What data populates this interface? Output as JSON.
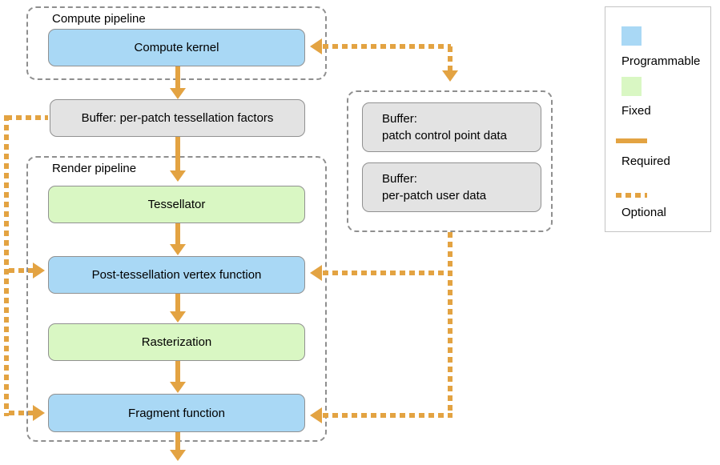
{
  "colors": {
    "programmable": "#a9d8f5",
    "fixed": "#d9f7c3",
    "buffer": "#e3e3e3",
    "arrow": "#e3a342"
  },
  "compute_pipeline": {
    "title": "Compute pipeline",
    "compute_kernel": "Compute kernel"
  },
  "tess_factors_buffer": {
    "label": "Buffer: per-patch tessellation factors"
  },
  "render_pipeline": {
    "title": "Render pipeline",
    "tessellator": "Tessellator",
    "post_tessellation_vertex_function": "Post-tessellation vertex function",
    "rasterization": "Rasterization",
    "fragment_function": "Fragment function"
  },
  "patch_buffers": {
    "control_point": {
      "line1": "Buffer:",
      "line2": "patch control point data"
    },
    "user_data": {
      "line1": "Buffer:",
      "line2": "per-patch user data"
    }
  },
  "legend": {
    "programmable": "Programmable",
    "fixed": "Fixed",
    "required": "Required",
    "optional": "Optional"
  }
}
